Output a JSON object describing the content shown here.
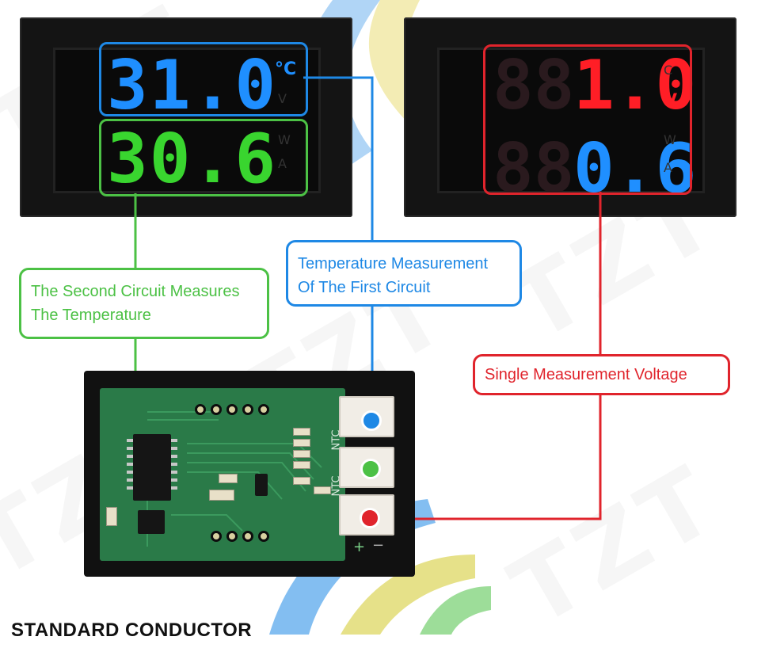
{
  "callouts": {
    "second_circuit": {
      "line1": "The Second Circuit Measures",
      "line2": "The Temperature"
    },
    "first_circuit": {
      "line1": "Temperature Measurement",
      "line2": "Of The First Circuit"
    },
    "voltage": {
      "text": "Single Measurement Voltage"
    }
  },
  "left_display": {
    "top_value": "31.0",
    "top_unit": "°C",
    "top_unit_dim": "V",
    "bottom_value": "30.6",
    "bottom_unit_dim_1": "W",
    "bottom_unit_dim_2": "A"
  },
  "right_display": {
    "top_value": "1.0",
    "top_unit": "V",
    "top_unit_dim": "C",
    "bottom_value": "0.6",
    "bottom_unit_dim_1": "W",
    "bottom_unit_dim_2": "A"
  },
  "pcb": {
    "ntc_label_1": "NTC",
    "ntc_label_2": "NTC",
    "plus_label": "+",
    "minus_label": "−"
  },
  "watermark": "TZT",
  "footer": {
    "text": "STANDARD CONDUCTOR"
  },
  "colors": {
    "blue": "#1e88e5",
    "green": "#4cc145",
    "red": "#e0242c",
    "seg_blue": "#1f8fff",
    "seg_green": "#39d52f",
    "seg_red": "#ff1e26",
    "seg_dim": "#2a1a1e"
  }
}
